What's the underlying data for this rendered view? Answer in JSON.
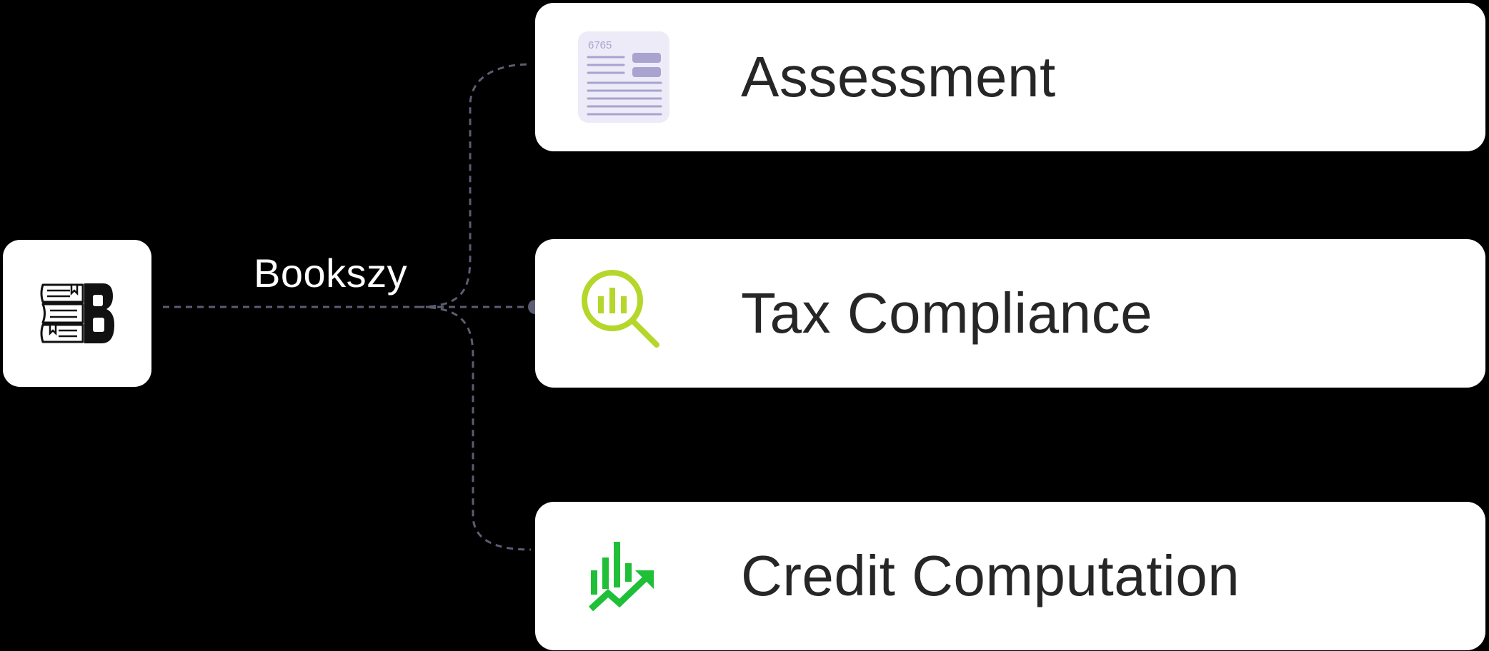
{
  "diagram": {
    "brand": {
      "label": "Bookszy",
      "logo_icon": "bookszy-logo-icon"
    },
    "connector_color": "#5c5c72",
    "items": [
      {
        "label": "Assessment",
        "icon": "form-6765-document-icon",
        "icon_text": "6765",
        "icon_color": "#a9a3cf"
      },
      {
        "label": "Tax Compliance",
        "icon": "magnifier-chart-icon",
        "icon_color": "#b5d62a"
      },
      {
        "label": "Credit Computation",
        "icon": "growth-chart-arrow-icon",
        "icon_color": "#1fbf38"
      }
    ]
  }
}
